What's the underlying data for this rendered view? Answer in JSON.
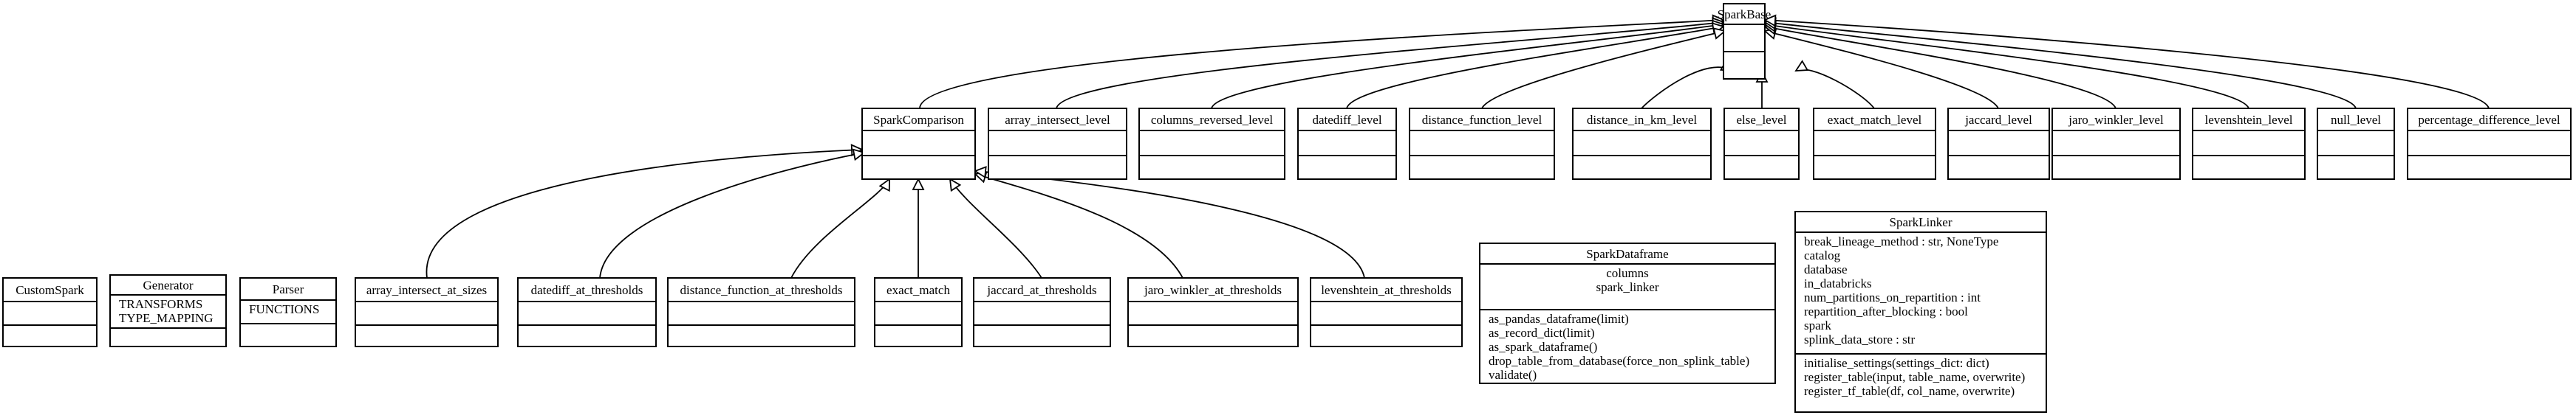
{
  "classes": [
    {
      "id": "SparkBase",
      "name": "SparkBase",
      "attributes": [],
      "methods": []
    },
    {
      "id": "SparkComparison",
      "name": "SparkComparison",
      "attributes": [],
      "methods": []
    },
    {
      "id": "array_intersect_level",
      "name": "array_intersect_level",
      "attributes": [],
      "methods": []
    },
    {
      "id": "columns_reversed_level",
      "name": "columns_reversed_level",
      "attributes": [],
      "methods": []
    },
    {
      "id": "datediff_level",
      "name": "datediff_level",
      "attributes": [],
      "methods": []
    },
    {
      "id": "distance_function_level",
      "name": "distance_function_level",
      "attributes": [],
      "methods": []
    },
    {
      "id": "distance_in_km_level",
      "name": "distance_in_km_level",
      "attributes": [],
      "methods": []
    },
    {
      "id": "else_level",
      "name": "else_level",
      "attributes": [],
      "methods": []
    },
    {
      "id": "exact_match_level",
      "name": "exact_match_level",
      "attributes": [],
      "methods": []
    },
    {
      "id": "jaccard_level",
      "name": "jaccard_level",
      "attributes": [],
      "methods": []
    },
    {
      "id": "jaro_winkler_level",
      "name": "jaro_winkler_level",
      "attributes": [],
      "methods": []
    },
    {
      "id": "levenshtein_level",
      "name": "levenshtein_level",
      "attributes": [],
      "methods": []
    },
    {
      "id": "null_level",
      "name": "null_level",
      "attributes": [],
      "methods": []
    },
    {
      "id": "percentage_difference_level",
      "name": "percentage_difference_level",
      "attributes": [],
      "methods": []
    },
    {
      "id": "CustomSpark",
      "name": "CustomSpark",
      "attributes": [],
      "methods": []
    },
    {
      "id": "Generator",
      "name": "Generator",
      "attributes": [
        {
          "text": "TRANSFORMS"
        },
        {
          "text": "TYPE_MAPPING"
        }
      ],
      "methods": []
    },
    {
      "id": "Parser",
      "name": "Parser",
      "attributes": [
        {
          "text": "FUNCTIONS"
        }
      ],
      "methods": []
    },
    {
      "id": "array_intersect_at_sizes",
      "name": "array_intersect_at_sizes",
      "attributes": [],
      "methods": []
    },
    {
      "id": "datediff_at_thresholds",
      "name": "datediff_at_thresholds",
      "attributes": [],
      "methods": []
    },
    {
      "id": "distance_function_at_thresholds",
      "name": "distance_function_at_thresholds",
      "attributes": [],
      "methods": []
    },
    {
      "id": "exact_match",
      "name": "exact_match",
      "attributes": [],
      "methods": []
    },
    {
      "id": "jaccard_at_thresholds",
      "name": "jaccard_at_thresholds",
      "attributes": [],
      "methods": []
    },
    {
      "id": "jaro_winkler_at_thresholds",
      "name": "jaro_winkler_at_thresholds",
      "attributes": [],
      "methods": []
    },
    {
      "id": "levenshtein_at_thresholds",
      "name": "levenshtein_at_thresholds",
      "attributes": [],
      "methods": []
    },
    {
      "id": "SparkDataframe",
      "name": "SparkDataframe",
      "attributes": [
        {
          "text": "columns"
        },
        {
          "text": "spark_linker"
        }
      ],
      "methods": [
        {
          "text": "as_pandas_dataframe(limit)"
        },
        {
          "text": "as_record_dict(limit)"
        },
        {
          "text": "as_spark_dataframe()"
        },
        {
          "italic": "drop_table_from_database",
          "text": "(force_non_splink_table)"
        },
        {
          "italic": "validate",
          "text": "()"
        }
      ]
    },
    {
      "id": "SparkLinker",
      "name": "SparkLinker",
      "attributes": [
        {
          "text": "break_lineage_method : str, NoneType"
        },
        {
          "text": "catalog"
        },
        {
          "text": "database"
        },
        {
          "text": "in_databricks"
        },
        {
          "text": "num_partitions_on_repartition : int"
        },
        {
          "text": "repartition_after_blocking : bool"
        },
        {
          "text": "spark"
        },
        {
          "text": "splink_data_store : str"
        }
      ],
      "methods": [
        {
          "text": "initialise_settings(settings_dict: dict)"
        },
        {
          "text": "register_table(input, table_name, overwrite)"
        },
        {
          "text": "register_tf_table(df, col_name, overwrite)"
        }
      ]
    }
  ],
  "inheritance": [
    {
      "from": "SparkComparison",
      "to": "SparkBase"
    },
    {
      "from": "array_intersect_level",
      "to": "SparkBase"
    },
    {
      "from": "columns_reversed_level",
      "to": "SparkBase"
    },
    {
      "from": "datediff_level",
      "to": "SparkBase"
    },
    {
      "from": "distance_function_level",
      "to": "SparkBase"
    },
    {
      "from": "distance_in_km_level",
      "to": "SparkBase"
    },
    {
      "from": "else_level",
      "to": "SparkBase"
    },
    {
      "from": "exact_match_level",
      "to": "SparkBase"
    },
    {
      "from": "jaccard_level",
      "to": "SparkBase"
    },
    {
      "from": "jaro_winkler_level",
      "to": "SparkBase"
    },
    {
      "from": "levenshtein_level",
      "to": "SparkBase"
    },
    {
      "from": "null_level",
      "to": "SparkBase"
    },
    {
      "from": "percentage_difference_level",
      "to": "SparkBase"
    },
    {
      "from": "array_intersect_at_sizes",
      "to": "SparkComparison"
    },
    {
      "from": "datediff_at_thresholds",
      "to": "SparkComparison"
    },
    {
      "from": "distance_function_at_thresholds",
      "to": "SparkComparison"
    },
    {
      "from": "exact_match",
      "to": "SparkComparison"
    },
    {
      "from": "jaccard_at_thresholds",
      "to": "SparkComparison"
    },
    {
      "from": "jaro_winkler_at_thresholds",
      "to": "SparkComparison"
    },
    {
      "from": "levenshtein_at_thresholds",
      "to": "SparkComparison"
    }
  ]
}
